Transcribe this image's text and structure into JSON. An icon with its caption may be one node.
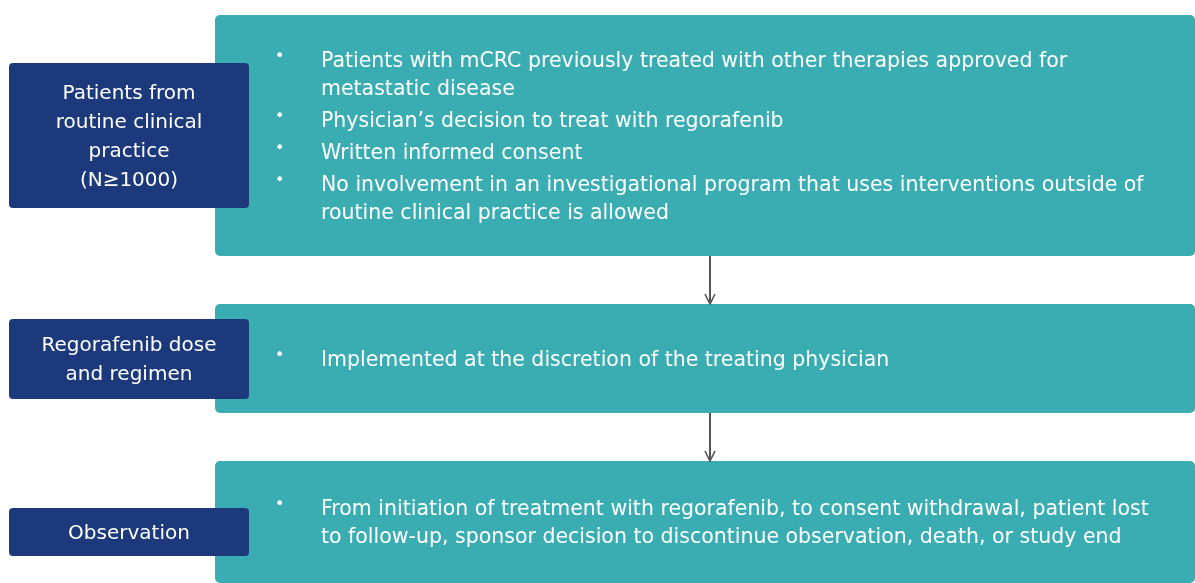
{
  "diagram": {
    "nodes": [
      {
        "text": [
          "Patients from routine clinical practice",
          "(N≥1000)"
        ]
      },
      {
        "text": [
          "Patients with mCRC previously treated with other therapies approved for metastatic disease",
          "Physician’s decision to treat with regorafenib",
          "Written informed consent",
          "No involvement in an investigational program that uses interventions outside of routine clinical practice is allowed"
        ]
      },
      {
        "text": [
          "Regorafenib dose and regimen"
        ]
      },
      {
        "text": [
          "Implemented at the discretion of the treating physician"
        ]
      },
      {
        "text": [
          "Observation"
        ]
      },
      {
        "text": [
          "From initiation of treatment with regorafenib, to consent withdrawal, patient lost to follow-up, sponsor decision to discontinue observation, death, or study end"
        ]
      }
    ],
    "labels": [
      "•",
      "•",
      "•",
      "•",
      "•",
      "•"
    ],
    "edges": [
      {
        "from": 1,
        "to": 3,
        "arrow": "to"
      },
      {
        "from": 3,
        "to": 5,
        "arrow": "to"
      }
    ]
  }
}
